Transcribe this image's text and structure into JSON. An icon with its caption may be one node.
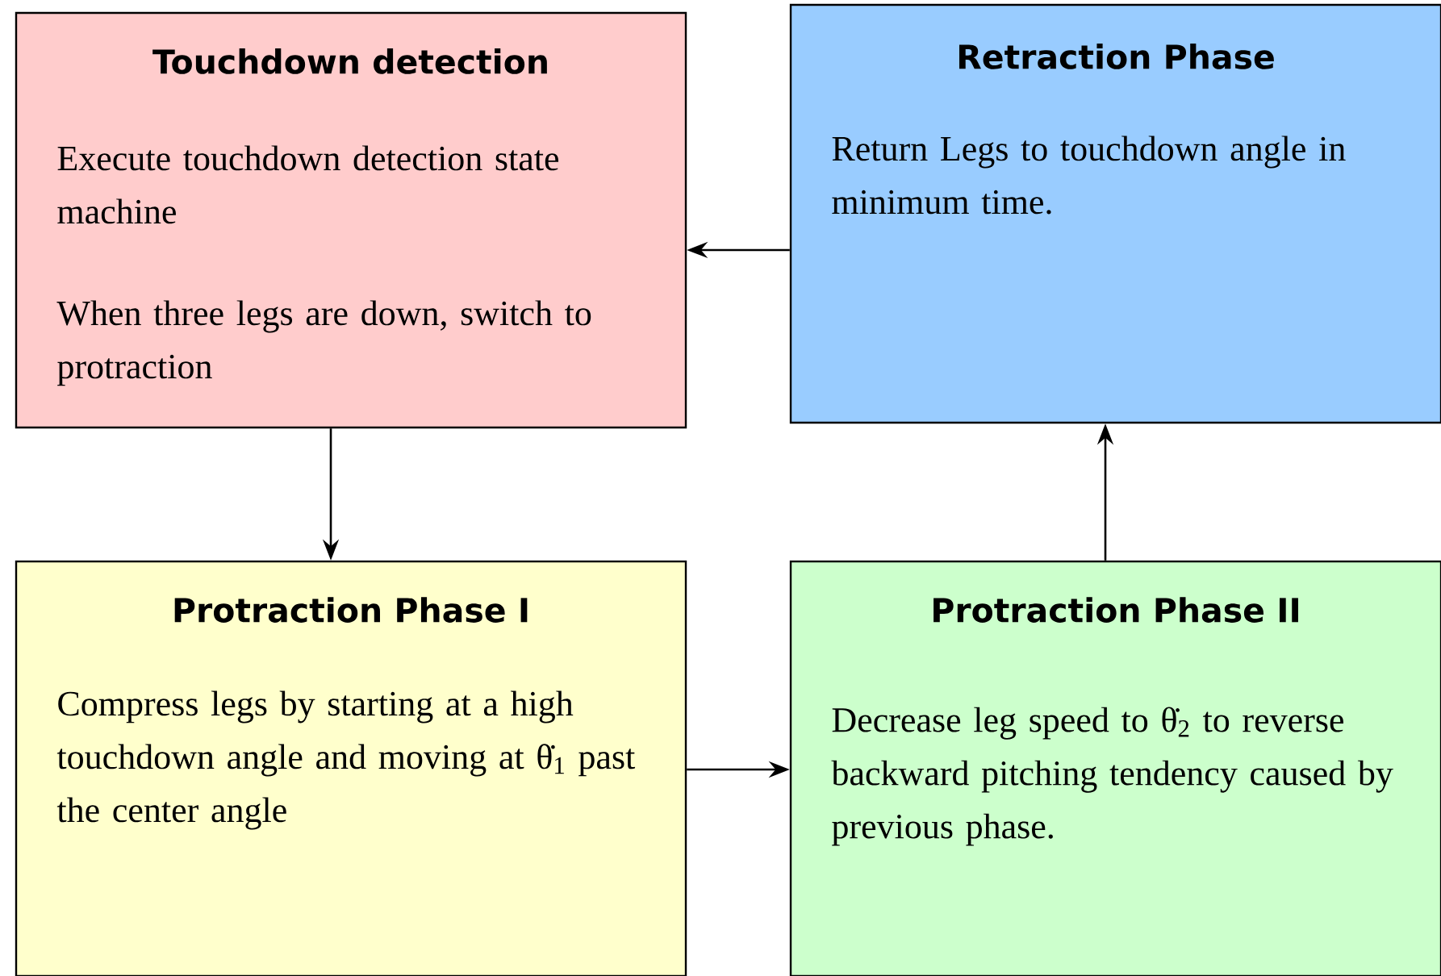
{
  "diagram": {
    "nodes": [
      {
        "text": [
          "Touchdown detection",
          "Execute touchdown detection state machine",
          "When three legs are down, switch to protraction"
        ]
      },
      {
        "text": [
          "Retraction Phase",
          "Return Legs to touchdown angle in minimum time."
        ]
      },
      {
        "text": [
          "Protraction Phase I",
          "Compress legs by starting at a high touchdown angle and moving at θ̇$_{1}$ past the center angle"
        ]
      },
      {
        "text": [
          "Protraction Phase II",
          "Decrease leg speed to θ̇$_{2}$ to reverse backward pitching tendency caused by previous phase."
        ]
      }
    ],
    "edges": [
      {
        "from": 1,
        "to": 0,
        "arrow": "to"
      },
      {
        "from": 0,
        "to": 2,
        "arrow": "to"
      },
      {
        "from": 2,
        "to": 3,
        "arrow": "to"
      },
      {
        "from": 3,
        "to": 1,
        "arrow": "to"
      }
    ]
  }
}
